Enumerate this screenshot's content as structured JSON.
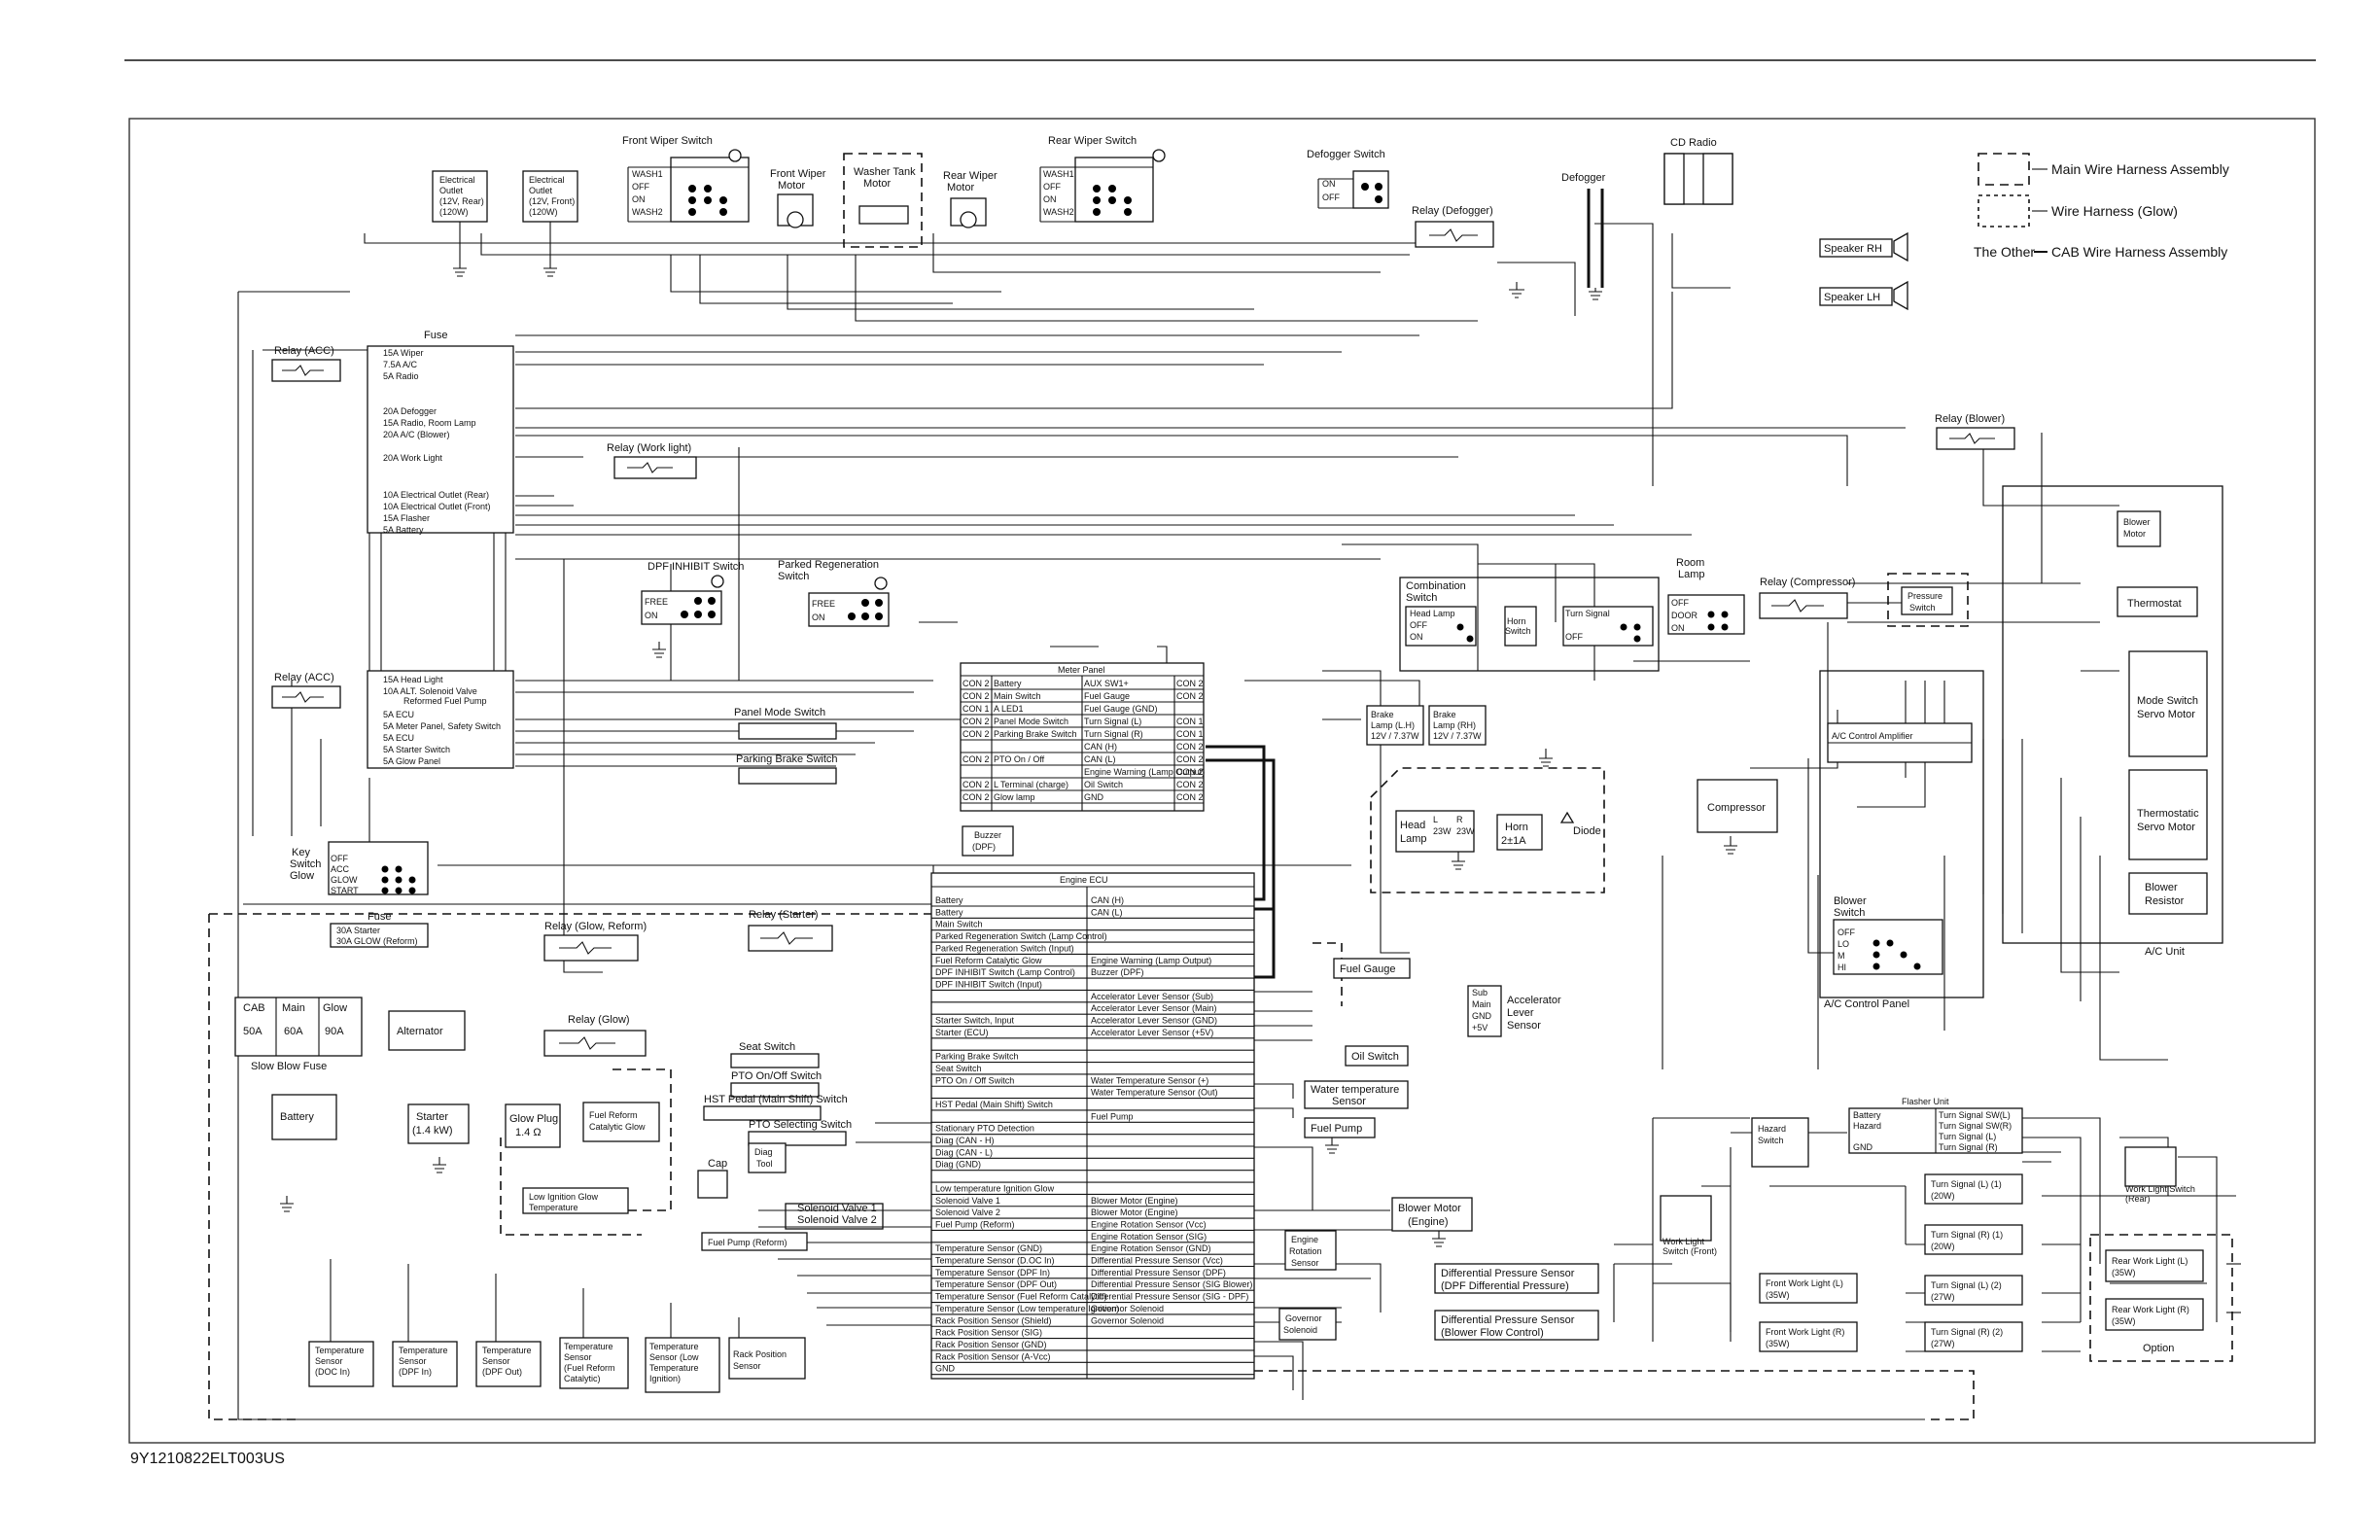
{
  "doc_code": "9Y1210822ELT003US",
  "legend": {
    "main": "Main Wire Harness Assembly",
    "glow": "Wire Harness (Glow)",
    "other_prefix": "The Other",
    "other": "CAB Wire Harness Assembly"
  },
  "top": {
    "outlet_rear": [
      "Electrical",
      "Outlet",
      "(12V, Rear)",
      "(120W)"
    ],
    "outlet_front": [
      "Electrical",
      "Outlet",
      "(12V, Front)",
      "(120W)"
    ],
    "front_wiper_switch": "Front Wiper Switch",
    "front_wiper_motor": [
      "Front Wiper",
      "Motor"
    ],
    "washer_tank_motor": [
      "Washer Tank",
      "Motor"
    ],
    "rear_wiper_motor": [
      "Rear Wiper",
      "Motor"
    ],
    "rear_wiper_switch": "Rear Wiper Switch",
    "wiper_rows": [
      "WASH1",
      "OFF",
      "ON",
      "WASH2"
    ],
    "defogger_switch": "Defogger Switch",
    "relay_defogger": "Relay (Defogger)",
    "defogger": "Defogger",
    "cd_radio": "CD Radio",
    "speaker_rh": "Speaker RH",
    "speaker_lh": "Speaker LH",
    "on": "ON",
    "off": "OFF"
  },
  "fuse_panel": {
    "title": "Fuse",
    "upper": [
      "15A  Wiper",
      "7.5A  A/C",
      "5A  Radio",
      "20A  Defogger",
      "15A  Radio, Room Lamp",
      "20A  A/C (Blower)",
      "20A  Work Light",
      "10A  Electrical Outlet (Rear)",
      "10A  Electrical Outlet (Front)",
      "15A  Flasher",
      "5A  Battery"
    ],
    "lower": [
      "15A  Head Light",
      "10A  ALT. Solenoid Valve",
      "Reformed Fuel Pump",
      "5A  ECU",
      "5A  Meter Panel, Safety Switch",
      "5A  ECU",
      "5A  Starter Switch",
      "5A  Glow Panel"
    ]
  },
  "relays": {
    "acc1": "Relay (ACC)",
    "acc2": "Relay (ACC)",
    "work_light": "Relay (Work light)",
    "blower": "Relay (Blower)",
    "compressor": "Relay (Compressor)",
    "starter": "Relay (Starter)",
    "glow_reform": "Relay (Glow, Reform)",
    "glow": "Relay (Glow)"
  },
  "switches": {
    "dpf_inhibit": "DPF INHIBIT Switch",
    "parked_regen": [
      "Parked Regeneration",
      "Switch"
    ],
    "free": "FREE",
    "panel_mode": "Panel Mode Switch",
    "parking_brake": "Parking Brake Switch",
    "seat": "Seat Switch",
    "pto_onoff": "PTO On/Off Switch",
    "hst_pedal": "HST Pedal (Main Shift) Switch",
    "pto_selecting": "PTO Selecting Switch",
    "key_switch": [
      "Key",
      "Switch",
      "Glow"
    ],
    "key_rows": [
      "OFF",
      "ACC",
      "GLOW",
      "START"
    ],
    "combination": [
      "Combination",
      "Switch"
    ],
    "head_lamp": "Head Lamp",
    "horn_switch": [
      "Horn",
      "Switch"
    ],
    "turn_signal": "Turn Signal",
    "room_lamp": [
      "Room",
      "Lamp"
    ],
    "door": "DOOR",
    "pressure": [
      "Pressure",
      "Switch"
    ],
    "hazard": [
      "Hazard",
      "Switch"
    ],
    "work_light_front": [
      "Work Light",
      "Switch (Front)"
    ],
    "work_light_rear": [
      "Work Light Switch",
      "(Rear)"
    ],
    "oil": "Oil Switch",
    "blower_switch": [
      "Blower",
      "Switch"
    ],
    "blower_rows": [
      "OFF",
      "LO",
      "M",
      "HI"
    ]
  },
  "meter_panel": {
    "title": "Meter Panel",
    "rows": [
      [
        "CON 2",
        "Battery",
        "AUX SW1+",
        "CON 2"
      ],
      [
        "CON 2",
        "Main Switch",
        "Fuel Gauge",
        "CON 2"
      ],
      [
        "CON 1",
        "A LED1",
        "Fuel Gauge (GND)",
        ""
      ],
      [
        "CON 2",
        "Panel Mode Switch",
        "Turn Signal (L)",
        "CON 1"
      ],
      [
        "CON 2",
        "Parking Brake Switch",
        "Turn Signal (R)",
        "CON 1"
      ],
      [
        "",
        "",
        "CAN (H)",
        "CON 2"
      ],
      [
        "CON 2",
        "PTO On / Off",
        "CAN (L)",
        "CON 2"
      ],
      [
        "",
        "",
        "Engine Warning (Lamp Output)",
        "CON 2"
      ],
      [
        "CON 2",
        "L Terminal (charge)",
        "Oil Switch",
        "CON 2"
      ],
      [
        "CON 2",
        "Glow lamp",
        "GND",
        "CON 2"
      ]
    ]
  },
  "buzzer": [
    "Buzzer",
    "(DPF)"
  ],
  "engine_ecu": {
    "title": "Engine ECU",
    "left": [
      "Battery",
      "Battery",
      "Main Switch",
      "Parked Regeneration Switch (Lamp Control)",
      "Parked Regeneration Switch (Input)",
      "Fuel Reform Catalytic Glow",
      "DPF INHIBIT Switch (Lamp Control)",
      "DPF INHIBIT Switch (Input)",
      "",
      "",
      "Starter Switch, Input",
      "Starter (ECU)",
      "",
      "Parking Brake Switch",
      "Seat Switch",
      "PTO On / Off Switch",
      "",
      "HST Pedal (Main Shift) Switch",
      "",
      "Stationary PTO Detection",
      "Diag (CAN - H)",
      "Diag (CAN - L)",
      "Diag (GND)",
      "",
      "Low temperature Ignition Glow",
      "Solenoid Valve 1",
      "Solenoid Valve 2",
      "Fuel Pump (Reform)",
      "",
      "Temperature Sensor (GND)",
      "Temperature Sensor (D.OC In)",
      "Temperature Sensor (DPF In)",
      "Temperature Sensor (DPF Out)",
      "Temperature Sensor (Fuel Reform Catalytic)",
      "Temperature Sensor (Low temperature Ignition)",
      "Rack Position Sensor (Shield)",
      "Rack Position Sensor (SIG)",
      "Rack Position Sensor (GND)",
      "Rack Position Sensor (A-Vcc)",
      "GND"
    ],
    "right": [
      "CAN (H)",
      "CAN (L)",
      "",
      "",
      "",
      "Engine Warning (Lamp Output)",
      "Buzzer (DPF)",
      "",
      "Accelerator Lever Sensor (Sub)",
      "Accelerator Lever Sensor (Main)",
      "Accelerator Lever Sensor (GND)",
      "Accelerator Lever Sensor (+5V)",
      "",
      "",
      "",
      "Water Temperature Sensor (+)",
      "Water Temperature Sensor (Out)",
      "",
      "Fuel Pump",
      "",
      "",
      "",
      "",
      "",
      "",
      "Blower Motor (Engine)",
      "Blower Motor (Engine)",
      "Engine Rotation Sensor (Vcc)",
      "Engine Rotation Sensor (SIG)",
      "Engine Rotation Sensor (GND)",
      "Differential Pressure Sensor (Vcc)",
      "Differential Pressure Sensor (DPF)",
      "Differential Pressure Sensor (SIG Blower)",
      "Differential Pressure Sensor (SIG - DPF)",
      "Governor Solenoid",
      "Governor Solenoid",
      "",
      "",
      "",
      ""
    ]
  },
  "power": {
    "fuse_label": "Fuse",
    "fuse_rows": [
      "30A  Starter",
      "30A  GLOW (Reform)"
    ],
    "sbf": [
      "CAB",
      "Main",
      "Glow"
    ],
    "sbf_vals": [
      "50A",
      "60A",
      "90A"
    ],
    "slow_blow": "Slow Blow Fuse",
    "alternator": "Alternator",
    "battery": "Battery",
    "starter": [
      "Starter",
      "(1.4 kW)"
    ],
    "glow_plug": [
      "Glow Plug",
      "1.4 Ω"
    ],
    "fuel_reform_glow": [
      "Fuel Reform",
      "Catalytic Glow"
    ],
    "low_ign_glow": [
      "Low Ignition Glow",
      "Temperature"
    ]
  },
  "lower_left": {
    "cap": "Cap",
    "diag_tool": [
      "Diag",
      "Tool"
    ],
    "solenoid1": "Solenoid Valve 1",
    "solenoid2": "Solenoid Valve 2",
    "fuel_pump_reform": "Fuel Pump (Reform)",
    "sensors": [
      [
        "Temperature",
        "Sensor",
        "(DOC In)"
      ],
      [
        "Temperature",
        "Sensor",
        "(DPF In)"
      ],
      [
        "Temperature",
        "Sensor",
        "(DPF Out)"
      ],
      [
        "Temperature",
        "Sensor",
        "(Fuel Reform",
        "Catalytic)"
      ],
      [
        "Temperature",
        "Sensor (Low",
        "Temperature",
        "Ignition)"
      ],
      [
        "Rack Position",
        "Sensor"
      ]
    ]
  },
  "mid_right": {
    "fuel_gauge": "Fuel Gauge",
    "accel": [
      "Accelerator",
      "Lever",
      "Sensor"
    ],
    "accel_pins": [
      "Sub",
      "Main",
      "GND",
      "+5V"
    ],
    "water_temp": [
      "Water temperature",
      "Sensor"
    ],
    "fuel_pump": "Fuel Pump",
    "blower_motor_engine": [
      "Blower Motor",
      "(Engine)"
    ],
    "engine_rotation": [
      "Engine",
      "Rotation",
      "Sensor"
    ],
    "diff_dpf": [
      "Differential Pressure Sensor",
      "(DPF Differential Pressure)"
    ],
    "diff_blower": [
      "Differential Pressure Sensor",
      "(Blower Flow Control)"
    ],
    "governor": [
      "Governor",
      "Solenoid"
    ],
    "brake_l": [
      "Brake",
      "Lamp (L.H)",
      "12V / 7.37W"
    ],
    "brake_r": [
      "Brake",
      "Lamp (RH)",
      "12V / 7.37W"
    ],
    "head_lamp": [
      "Head",
      "Lamp"
    ],
    "head_lamp_vals": [
      "L",
      "23W",
      "R",
      "23W"
    ],
    "horn": [
      "Horn",
      "2±1A"
    ],
    "diode": "Diode"
  },
  "right": {
    "blower_motor": [
      "Blower",
      "Motor"
    ],
    "thermostat": "Thermostat",
    "mode_servo": [
      "Mode Switch",
      "Servo Motor"
    ],
    "thermo_servo": [
      "Thermostatic",
      "Servo Motor"
    ],
    "blower_resistor": [
      "Blower",
      "Resistor"
    ],
    "compressor": "Compressor",
    "ac_amp": "A/C Control Amplifier",
    "ac_panel": "A/C Control Panel",
    "ac_unit": "A/C Unit",
    "flasher": "Flasher Unit",
    "flasher_left": [
      "Battery",
      "Hazard",
      "",
      "GND"
    ],
    "flasher_right": [
      "Turn Signal SW(L)",
      "Turn Signal SW(R)",
      "Turn Signal (L)",
      "Turn Signal (R)"
    ],
    "turn_lights": [
      [
        "Turn Signal (L) (1)",
        "(20W)"
      ],
      [
        "Turn Signal (R) (1)",
        "(20W)"
      ],
      [
        "Turn Signal (L) (2)",
        "(27W)"
      ],
      [
        "Turn Signal (R) (2)",
        "(27W)"
      ]
    ],
    "front_work_l": [
      "Front Work Light (L)",
      "(35W)"
    ],
    "front_work_r": [
      "Front Work Light (R)",
      "(35W)"
    ],
    "rear_work_l": [
      "Rear Work Light (L)",
      "(35W)"
    ],
    "rear_work_r": [
      "Rear Work Light (R)",
      "(35W)"
    ],
    "option": "Option"
  }
}
